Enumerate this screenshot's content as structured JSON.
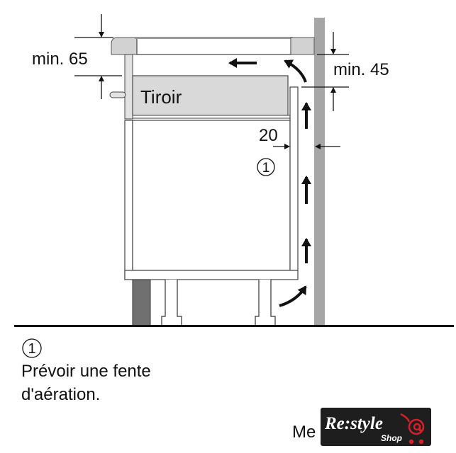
{
  "diagram": {
    "dim_top_left": "min. 65",
    "dim_top_right": "min. 45",
    "dim_gap": "20",
    "drawer_label": "Tiroir",
    "callout_number": "1"
  },
  "legend": {
    "number": "1",
    "line1": "Prévoir une fente",
    "line2": "d'aération."
  },
  "footer": {
    "partial_text": "Me"
  },
  "logo": {
    "main": "Re:style",
    "sub": "Shop",
    "colors": {
      "background": "#1e1e1e",
      "text": "#ffffff",
      "accent": "#d4202a"
    }
  }
}
